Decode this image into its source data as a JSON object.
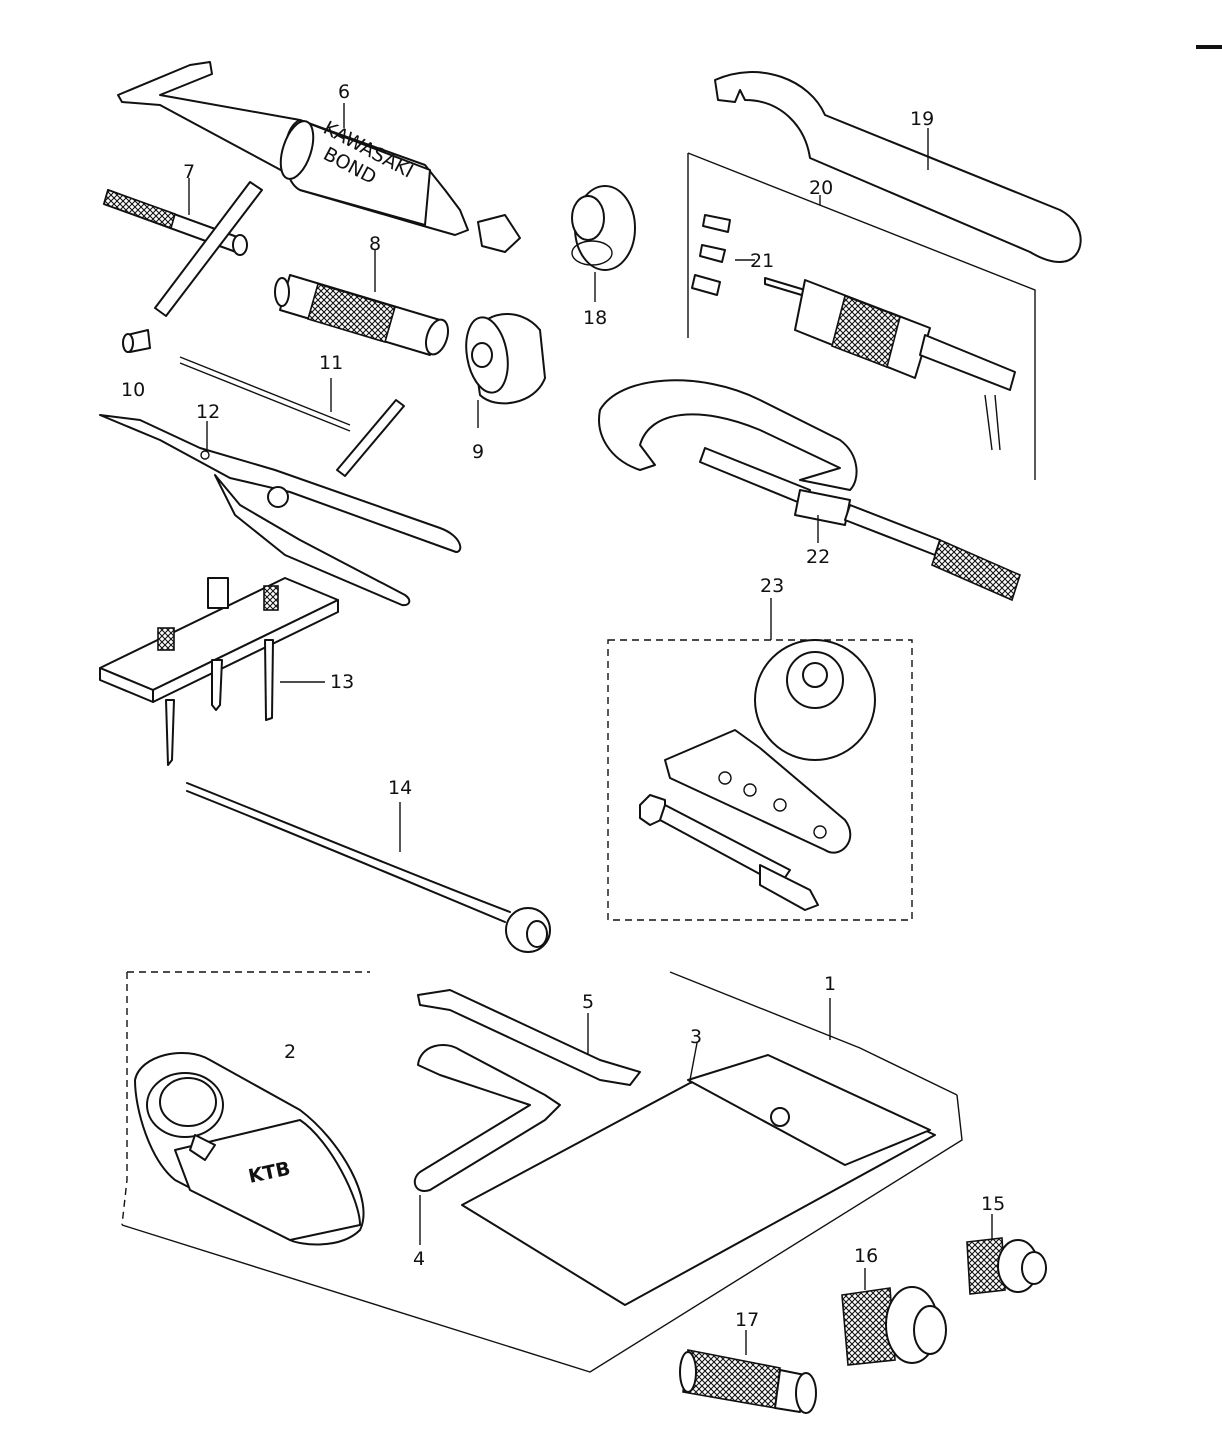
{
  "diagram": {
    "callouts": [
      "1",
      "2",
      "3",
      "4",
      "5",
      "6",
      "7",
      "8",
      "9",
      "10",
      "11",
      "12",
      "13",
      "14",
      "15",
      "16",
      "17",
      "18",
      "19",
      "20",
      "21",
      "22",
      "23"
    ],
    "parts": [
      {
        "id": "2",
        "label_text": "KTB"
      },
      {
        "id": "6",
        "label_text": [
          "KAWASAKI",
          "BOND"
        ]
      }
    ],
    "line_color": "#111111",
    "background": "#ffffff"
  }
}
